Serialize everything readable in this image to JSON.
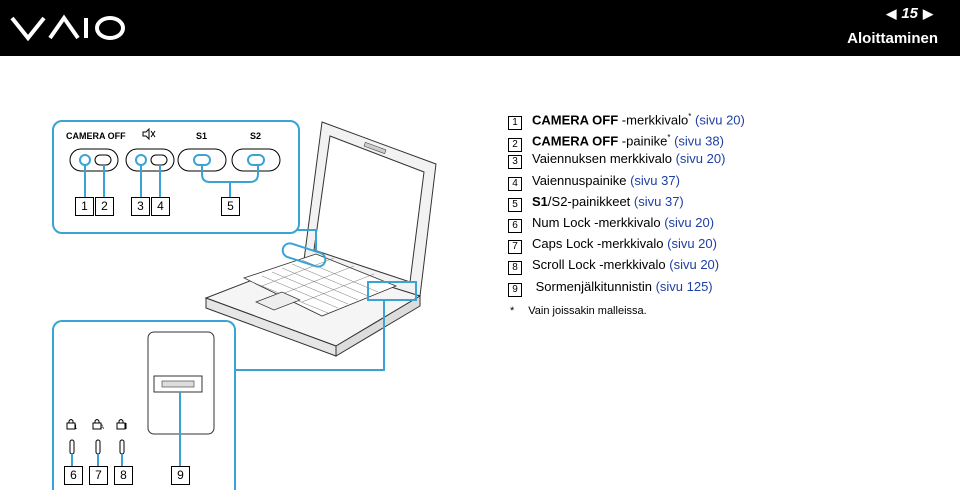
{
  "header": {
    "logo_text": "VAIO",
    "page_number": "15",
    "prev_arrow": "◀",
    "next_arrow": "▶",
    "section_title": "Aloittaminen"
  },
  "button_panel": {
    "labels": [
      "CAMERA OFF",
      "🔇",
      "S1",
      "S2"
    ],
    "callouts": [
      "1",
      "2",
      "3",
      "4",
      "5"
    ]
  },
  "bottom_panel": {
    "indicator_icons": [
      "🔒1",
      "🔒A",
      "🔒↕"
    ],
    "callouts": [
      "6",
      "7",
      "8",
      "9"
    ]
  },
  "legend": [
    {
      "num": "1",
      "bold": "CAMERA OFF",
      "text": " -merkkivalo",
      "sup": "*",
      "ref": "(sivu 20)"
    },
    {
      "num": "2",
      "bold": "CAMERA OFF",
      "text": " -painike",
      "sup": "*",
      "ref": "(sivu 38)"
    },
    {
      "num": "3",
      "bold": "",
      "text": "Vaiennuksen merkkivalo ",
      "sup": "",
      "ref": "(sivu 20)"
    },
    {
      "num": "4",
      "bold": "",
      "text": "Vaiennuspainike ",
      "sup": "",
      "ref": "(sivu 37)"
    },
    {
      "num": "5",
      "bold": "S1",
      "text": "/S2-painikkeet ",
      "sup": "",
      "ref": "(sivu 37)"
    },
    {
      "num": "6",
      "bold": "",
      "text": "Num Lock -merkkivalo ",
      "sup": "",
      "ref": "(sivu 20)"
    },
    {
      "num": "7",
      "bold": "",
      "text": "Caps Lock -merkkivalo ",
      "sup": "",
      "ref": "(sivu 20)"
    },
    {
      "num": "8",
      "bold": "",
      "text": "Scroll Lock -merkkivalo ",
      "sup": "",
      "ref": "(sivu 20)"
    },
    {
      "num": "9",
      "bold": "",
      "text": " Sormenjälkitunnistin ",
      "sup": "",
      "ref": "(sivu 125)"
    }
  ],
  "footnote": {
    "star": "*",
    "text": "Vain joissakin malleissa."
  },
  "colors": {
    "accent": "#3aa3d6",
    "link": "#1f3fa3",
    "header_bg": "#000000"
  }
}
